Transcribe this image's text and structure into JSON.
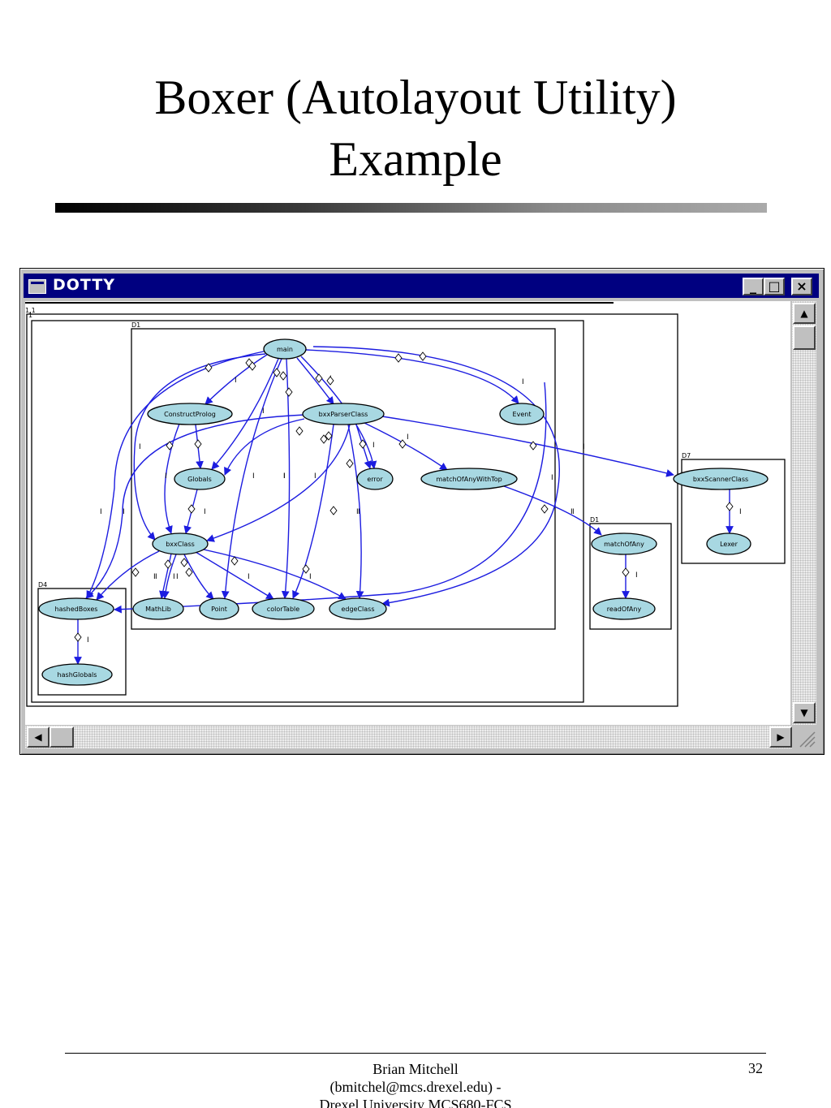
{
  "slide": {
    "title_line1": "Boxer (Autolayout Utility)",
    "title_line2": "Example",
    "footer": {
      "author_line1": "Brian Mitchell",
      "author_line2": "(bmitchel@mcs.drexel.edu) -",
      "author_line3": "Drexel University MCS680-FCS",
      "page_number": "32"
    }
  },
  "window": {
    "title": "DOTTY",
    "buttons": {
      "minimize": "_",
      "maximize": "□",
      "close": "×"
    }
  },
  "graph": {
    "clusters": [
      {
        "id": "c_outer",
        "label": "1.1"
      },
      {
        "id": "c_mid",
        "label": "1"
      },
      {
        "id": "c_main",
        "label": "D1"
      },
      {
        "id": "c_hash",
        "label": "D4"
      },
      {
        "id": "c_match",
        "label": "D1"
      },
      {
        "id": "c_scan",
        "label": "D7"
      }
    ],
    "nodes": [
      {
        "id": "main",
        "label": "main"
      },
      {
        "id": "ConstructProlog",
        "label": "ConstructProlog"
      },
      {
        "id": "bxxParserClass",
        "label": "bxxParserClass"
      },
      {
        "id": "Event",
        "label": "Event"
      },
      {
        "id": "Globals",
        "label": "Globals"
      },
      {
        "id": "error",
        "label": "error"
      },
      {
        "id": "matchOfAnyWithTop",
        "label": "matchOfAnyWithTop"
      },
      {
        "id": "bxxClass",
        "label": "bxxClass"
      },
      {
        "id": "hashedBoxes",
        "label": "hashedBoxes"
      },
      {
        "id": "MathLib",
        "label": "MathLib"
      },
      {
        "id": "Point",
        "label": "Point"
      },
      {
        "id": "colorTable",
        "label": "colorTable"
      },
      {
        "id": "edgeClass",
        "label": "edgeClass"
      },
      {
        "id": "hashGlobals",
        "label": "hashGlobals"
      },
      {
        "id": "matchOfAny",
        "label": "matchOfAny"
      },
      {
        "id": "readOfAny",
        "label": "readOfAny"
      },
      {
        "id": "bxxScannerClass",
        "label": "bxxScannerClass"
      },
      {
        "id": "Lexer",
        "label": "Lexer"
      }
    ],
    "edge_label": "I",
    "colors": {
      "node_fill": "#a8d8e2",
      "edge": "#1c1ce0",
      "titlebar": "#000080"
    }
  }
}
